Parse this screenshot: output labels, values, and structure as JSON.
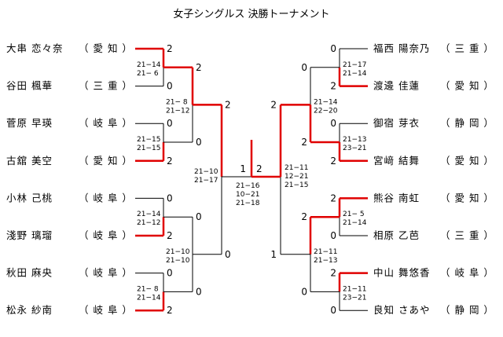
{
  "title": "女子シングルス 決勝トーナメント",
  "left_players": [
    {
      "name": "大串 恋々奈",
      "pref": "（ 愛 知 ）"
    },
    {
      "name": "谷田 楓華",
      "pref": "（ 三 重 ）"
    },
    {
      "name": "菅原 早瑛",
      "pref": "（ 岐 阜 ）"
    },
    {
      "name": "古舘 美空",
      "pref": "（ 愛 知 ）"
    },
    {
      "name": "小林 己桃",
      "pref": "（ 岐 阜 ）"
    },
    {
      "name": "淺野 璃瑠",
      "pref": "（ 岐 阜 ）"
    },
    {
      "name": "秋田 麻央",
      "pref": "（ 岐 阜 ）"
    },
    {
      "name": "松永 紗南",
      "pref": "（ 岐 阜 ）"
    }
  ],
  "right_players": [
    {
      "name": "福西 陽奈乃",
      "pref": "（ 三 重 ）"
    },
    {
      "name": "渡邊 佳蓮",
      "pref": "（ 愛 知 ）"
    },
    {
      "name": "御宿 芽衣",
      "pref": "（ 静 岡 ）"
    },
    {
      "name": "宮﨑 結舞",
      "pref": "（ 愛 知 ）"
    },
    {
      "name": "熊谷 南虹",
      "pref": "（ 愛 知 ）"
    },
    {
      "name": "相原 乙芭",
      "pref": "（ 三 重 ）"
    },
    {
      "name": "中山 舞悠香",
      "pref": "（ 岐 阜 ）"
    },
    {
      "name": "良知 さあや",
      "pref": "（ 静 岡 ）"
    }
  ],
  "left_r1": [
    {
      "top": "2",
      "bottom": "0",
      "sets": [
        "21−14",
        "21− 6"
      ]
    },
    {
      "top": "0",
      "bottom": "2",
      "sets": [
        "21−15",
        "21−15"
      ]
    },
    {
      "top": "0",
      "bottom": "2",
      "sets": [
        "21−14",
        "21−12"
      ]
    },
    {
      "top": "0",
      "bottom": "2",
      "sets": [
        "21− 8",
        "21−14"
      ]
    }
  ],
  "left_r2": [
    {
      "top": "2",
      "bottom": "0",
      "sets": [
        "21− 8",
        "21−12"
      ]
    },
    {
      "top": "0",
      "bottom": "0",
      "sets": [
        "21−10",
        "21−10"
      ]
    }
  ],
  "left_sf": {
    "top": "2",
    "bottom": "0",
    "sets": [
      "21−10",
      "21−17"
    ]
  },
  "right_r1": [
    {
      "top": "0",
      "bottom": "2",
      "sets": [
        "21−17",
        "21−14"
      ]
    },
    {
      "top": "0",
      "bottom": "2",
      "sets": [
        "21−13",
        "23−21"
      ]
    },
    {
      "top": "2",
      "bottom": "0",
      "sets": [
        "21− 5",
        "21−14"
      ]
    },
    {
      "top": "2",
      "bottom": "0",
      "sets": [
        "21−11",
        "23−21"
      ]
    }
  ],
  "right_r2": [
    {
      "top": "0",
      "bottom": "2",
      "sets": [
        "21−14",
        "22−20"
      ]
    },
    {
      "top": "2",
      "bottom": "0",
      "sets": [
        "21−11",
        "21−13"
      ]
    }
  ],
  "right_sf": {
    "top": "2",
    "bottom": "1",
    "sets": [
      "21−11",
      "12−21",
      "21−15"
    ]
  },
  "final": {
    "left": "1",
    "right": "2",
    "sets": [
      "21−16",
      "10−21",
      "21−18"
    ]
  },
  "colors": {
    "line": "#000000",
    "win": "#e00000"
  }
}
